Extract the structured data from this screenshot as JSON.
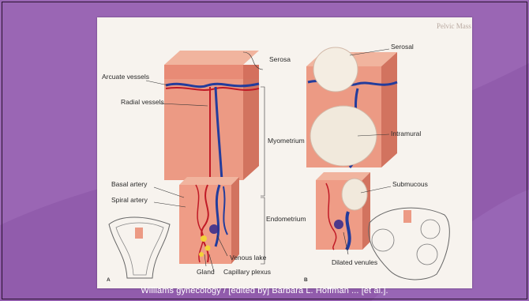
{
  "page_header": "Pelvic Mass",
  "figure_labels": {
    "a": "A",
    "b": "B"
  },
  "diagram_a": {
    "serosa": "Serosa",
    "arcuate_vessels": "Arcuate vessels",
    "radial_vessels": "Radial vessels",
    "myometrium": "Myometrium",
    "basal_artery": "Basal artery",
    "spiral_artery": "Spiral artery",
    "endometrium": "Endometrium",
    "venous_lake": "Venous lake",
    "gland": "Gland",
    "capillary_plexus": "Capillary plexus"
  },
  "diagram_b": {
    "serosal": "Serosal",
    "intramural": "Intramural",
    "submucous": "Submucous",
    "dilated_venules": "Dilated venules"
  },
  "caption": "Williams gynecology / [edited by] Barbara L. Hoffman ... [et al.]."
}
